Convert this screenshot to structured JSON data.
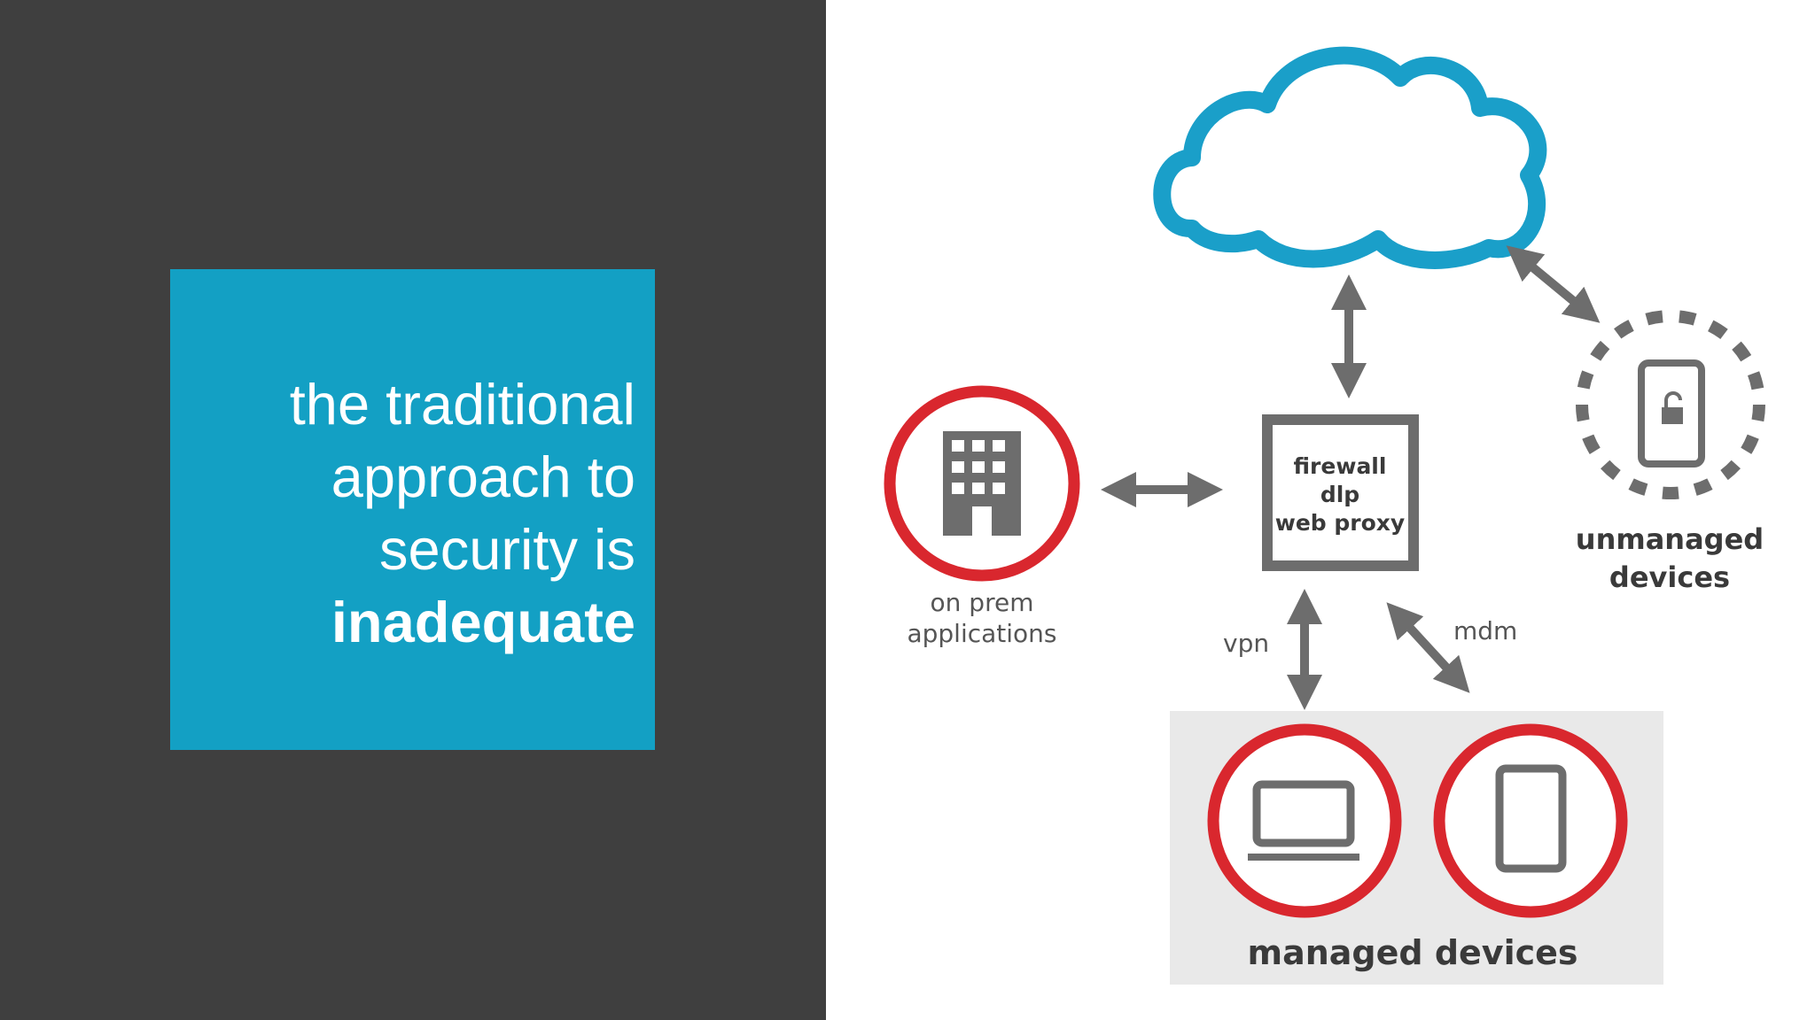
{
  "slide": {
    "title_lines": [
      "the traditional",
      "approach to",
      "security is"
    ],
    "title_emphasis": "inadequate"
  },
  "diagram": {
    "gateway_lines": [
      "firewall",
      "dlp",
      "web proxy"
    ],
    "on_prem_lines": [
      "on prem",
      "applications"
    ],
    "unmanaged_lines": [
      "unmanaged",
      "devices"
    ],
    "vpn_label": "vpn",
    "mdm_label": "mdm",
    "managed_label": "managed devices"
  },
  "colors": {
    "panel_dark": "#3f3f3f",
    "accent_blue": "#13a0c4",
    "cloud_blue": "#1a9fc9",
    "ring_red": "#d9272e",
    "icon_gray": "#6d6d6d",
    "managed_bg": "#e9e9e9"
  },
  "icons": [
    "cloud-icon",
    "building-icon",
    "laptop-icon",
    "tablet-icon",
    "unlocked-phone-icon"
  ]
}
